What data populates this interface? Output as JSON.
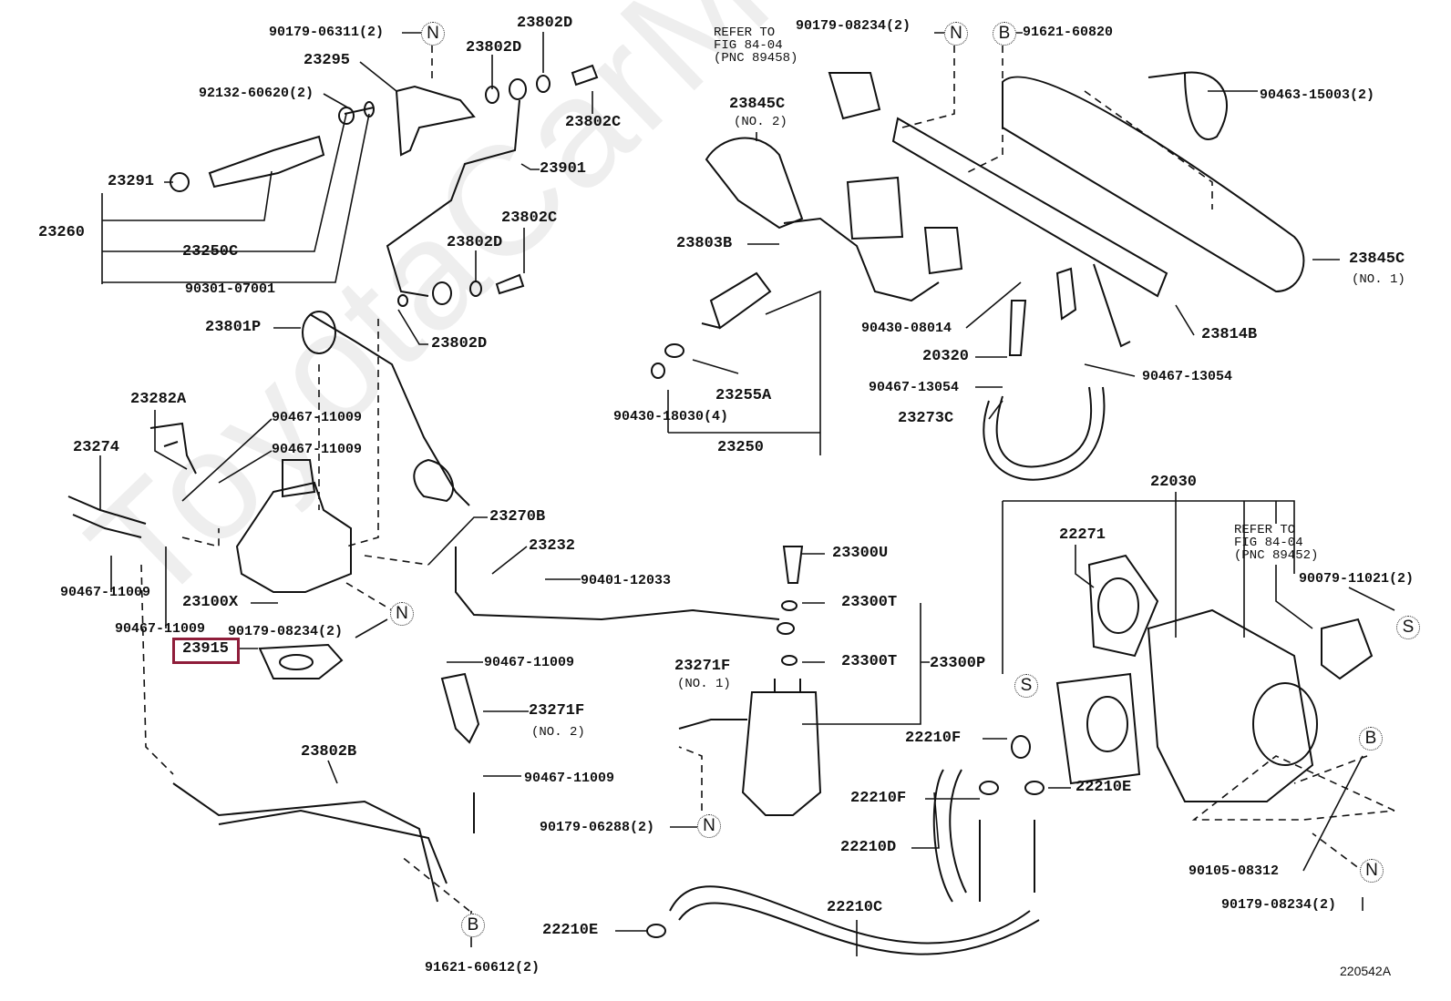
{
  "diagram_code": "220542A",
  "watermark": "ToyotaCarMag.ru",
  "highlighted_part": "23915",
  "colors": {
    "highlight": "#8f1d3a",
    "lines": "#111111",
    "watermark": "#eeeeee"
  },
  "markers": [
    "N",
    "N",
    "B",
    "N",
    "N",
    "S",
    "S",
    "B",
    "N",
    "B"
  ],
  "notes": [
    "REFER TO\nFIG 84-04\n(PNC 89458)",
    "REFER TO\nFIG 84-04\n(PNC 89452)"
  ],
  "labels": [
    "90179-06311(2)",
    "23802D",
    "23802D",
    "23295",
    "92132-60620(2)",
    "23802C",
    "23901",
    "23291",
    "23260",
    "23250C",
    "23802C",
    "23802D",
    "90301-07001",
    "23801P",
    "23802D",
    "23282A",
    "90467-11009",
    "90467-11009",
    "23274",
    "23270B",
    "23232",
    "90401-12033",
    "90467-11009",
    "23100X",
    "90467-11009",
    "90179-08234(2)",
    "23915",
    "90467-11009",
    "23271F",
    "(NO. 1)",
    "23271F",
    "(NO. 2)",
    "23802B",
    "90467-11009",
    "91621-60612(2)",
    "90179-08234(2)",
    "91621-60820",
    "90463-15003(2)",
    "23845C",
    "(NO. 2)",
    "23803B",
    "23845C",
    "(NO. 1)",
    "90430-08014",
    "23814B",
    "20320",
    "90467-13054",
    "90467-13054",
    "23255A",
    "90430-18030(4)",
    "23273C",
    "23250",
    "22030",
    "22271",
    "90079-11021(2)",
    "23300U",
    "23300T",
    "23300T",
    "23300P",
    "22210F",
    "22210F",
    "22210E",
    "90179-06288(2)",
    "22210D",
    "90105-08312",
    "90179-08234(2)",
    "22210C",
    "22210E"
  ]
}
